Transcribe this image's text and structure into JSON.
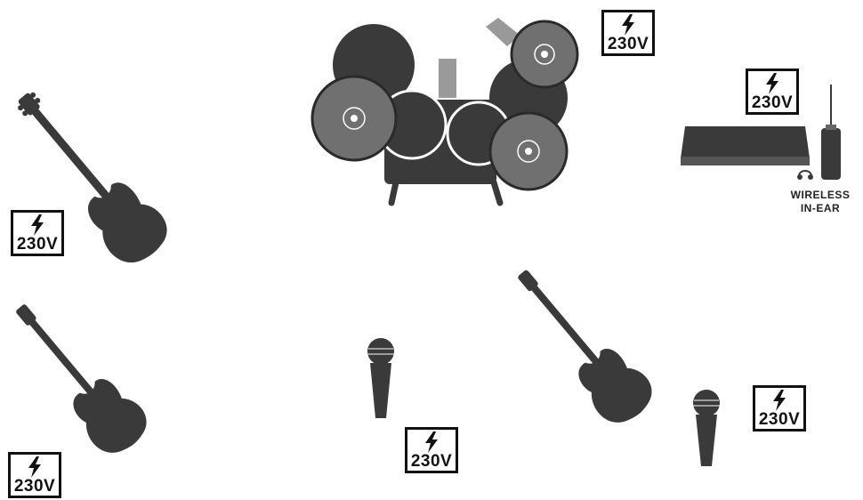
{
  "power": {
    "voltage_label": "230V"
  },
  "in_ear": {
    "caption_line1": "WIRELESS",
    "caption_line2": "IN-EAR"
  },
  "colors": {
    "icon_dark": "#3a3a3a",
    "cymbal": "#707070",
    "stand_grey": "#999999",
    "box_border": "#111111"
  },
  "icons": [
    "drum-kit-icon",
    "electric-guitar-icon",
    "bass-guitar-icon",
    "microphone-icon",
    "in-ear-monitor-icon",
    "lightning-bolt-icon"
  ]
}
